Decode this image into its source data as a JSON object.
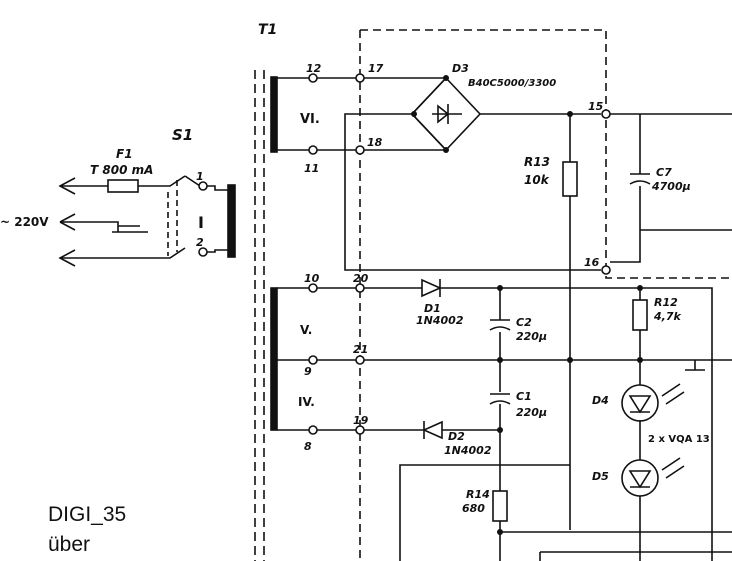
{
  "components": {
    "transformer": "T1",
    "switch": "S1",
    "fuse_name": "F1",
    "fuse_value": "T 800 mA",
    "mains": "~ 220V",
    "primary": "I",
    "bridge_name": "D3",
    "bridge_value": "B40C5000/3300",
    "r13_name": "R13",
    "r13_value": "10k",
    "c7_name": "C7",
    "c7_value": "4700µ",
    "d1_name": "D1",
    "d1_value": "1N4002",
    "c2_name": "C2",
    "c2_value": "220µ",
    "c1_name": "C1",
    "c1_value": "220µ",
    "d2_name": "D2",
    "d2_value": "1N4002",
    "r12_name": "R12",
    "r12_value": "4,7k",
    "d4_name": "D4",
    "led_value": "2 x VQA 13",
    "d5_name": "D5",
    "r14_name": "R14",
    "r14_value": "680"
  },
  "windings": {
    "vi": "VI.",
    "v": "V.",
    "iv": "IV."
  },
  "pins": {
    "p12": "12",
    "p17": "17",
    "p11": "11",
    "p18": "18",
    "p15": "15",
    "p16": "16",
    "p10": "10",
    "p20": "20",
    "p9": "9",
    "p21": "21",
    "p8": "8",
    "p19": "19",
    "s1": "1",
    "s2": "2"
  },
  "caption": {
    "line1": "DIGI_35",
    "line2": "über"
  }
}
